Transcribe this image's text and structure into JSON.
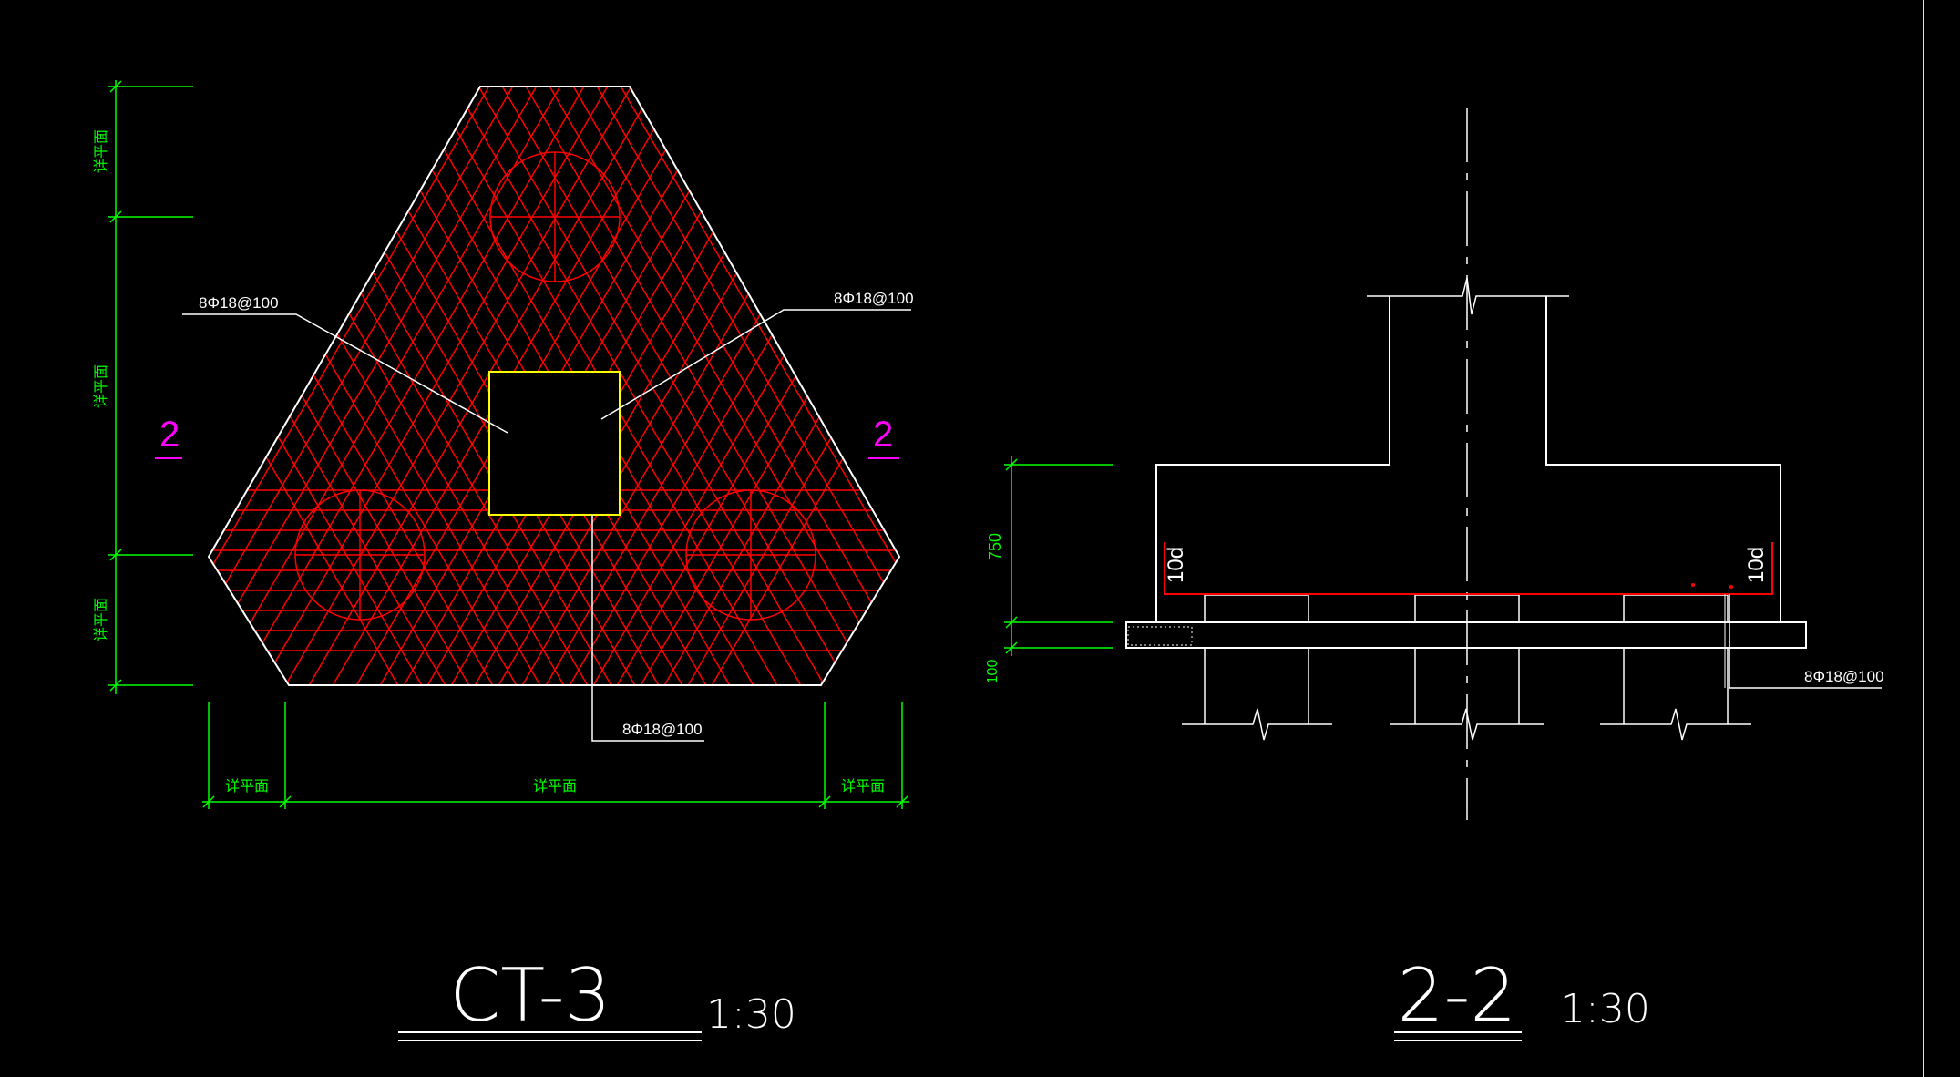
{
  "colors": {
    "background": "#000000",
    "outline": "#ffffff",
    "rebar": "#ff0000",
    "dimension": "#00ff00",
    "section_mark": "#ff00ff",
    "column_outline": "#ffff00",
    "border": "#ffff00"
  },
  "plan": {
    "section_mark_left": "2",
    "section_mark_right": "2",
    "rebar_label_left": "8Φ18@100",
    "rebar_label_right": "8Φ18@100",
    "rebar_label_bottom": "8Φ18@100",
    "dim_vertical_top": "详平面",
    "dim_vertical_middle": "详平面",
    "dim_vertical_bottom": "详平面",
    "dim_horizontal_left": "详平面",
    "dim_horizontal_middle": "详平面",
    "dim_horizontal_right": "详平面",
    "title": "CT-3",
    "scale": "1:30"
  },
  "section": {
    "dim_thickness": "750",
    "dim_cushion": "100",
    "hook_left": "10d",
    "hook_right": "10d",
    "rebar_label": "8Φ18@100",
    "title": "2-2",
    "scale": "1:30"
  }
}
